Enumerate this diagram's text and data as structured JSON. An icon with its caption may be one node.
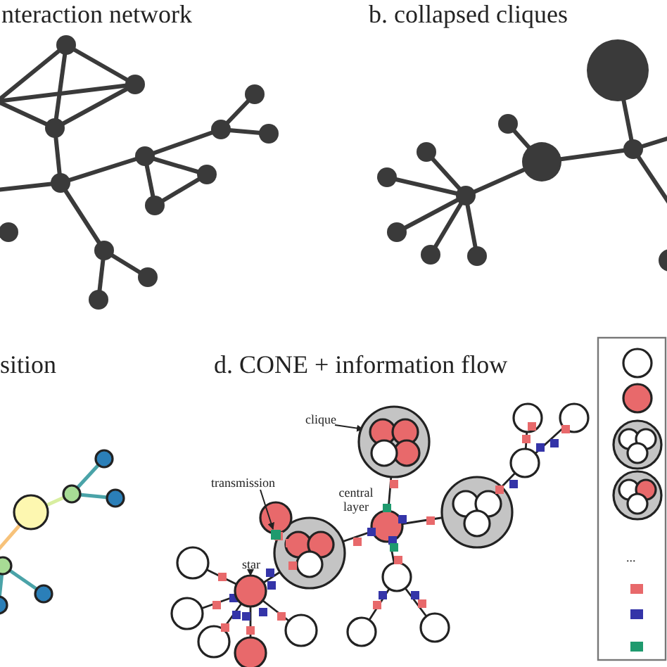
{
  "diagram": {
    "nodes": [
      {
        "text": [
          "clique"
        ]
      },
      {
        "text": [],
        "shape": "circle"
      },
      {
        "text": [
          "transmission"
        ]
      },
      {
        "text": [],
        "shape": "box"
      },
      {
        "text": [
          "star"
        ]
      },
      {
        "text": [],
        "shape": "circle"
      }
    ],
    "edges": [
      {
        "from": 0,
        "to": 1,
        "arrow": "to"
      },
      {
        "from": 2,
        "to": 3,
        "arrow": "to"
      },
      {
        "from": 4,
        "to": 5,
        "arrow": "to"
      }
    ],
    "labels": [
      "nteraction network",
      "b. collapsed cliques",
      "sition",
      "d. CONE + information flow",
      "central layer",
      "..."
    ]
  }
}
